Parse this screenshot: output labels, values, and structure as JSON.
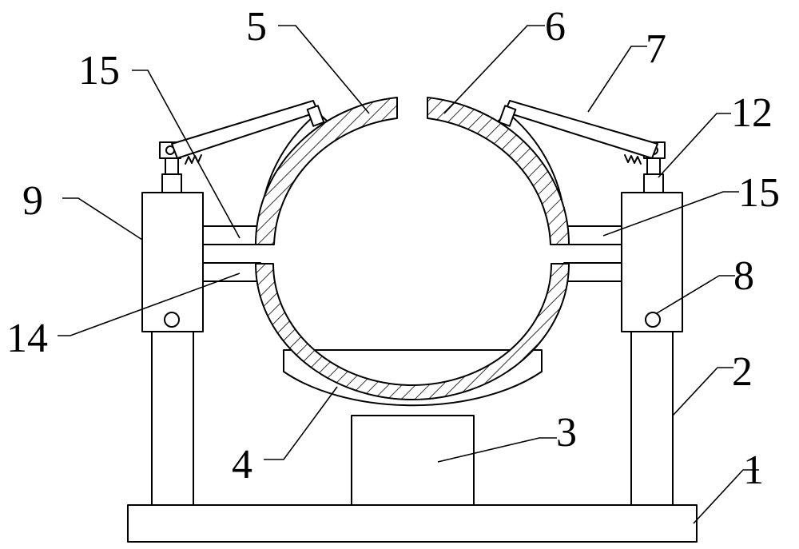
{
  "diagram": {
    "labels": [
      {
        "id": "1",
        "text": "1"
      },
      {
        "id": "2",
        "text": "2"
      },
      {
        "id": "3",
        "text": "3"
      },
      {
        "id": "4",
        "text": "4"
      },
      {
        "id": "5",
        "text": "5"
      },
      {
        "id": "6",
        "text": "6"
      },
      {
        "id": "7",
        "text": "7"
      },
      {
        "id": "8",
        "text": "8"
      },
      {
        "id": "9",
        "text": "9"
      },
      {
        "id": "12",
        "text": "12"
      },
      {
        "id": "14",
        "text": "14"
      },
      {
        "id": "15a",
        "text": "15"
      },
      {
        "id": "15b",
        "text": "15"
      }
    ]
  }
}
